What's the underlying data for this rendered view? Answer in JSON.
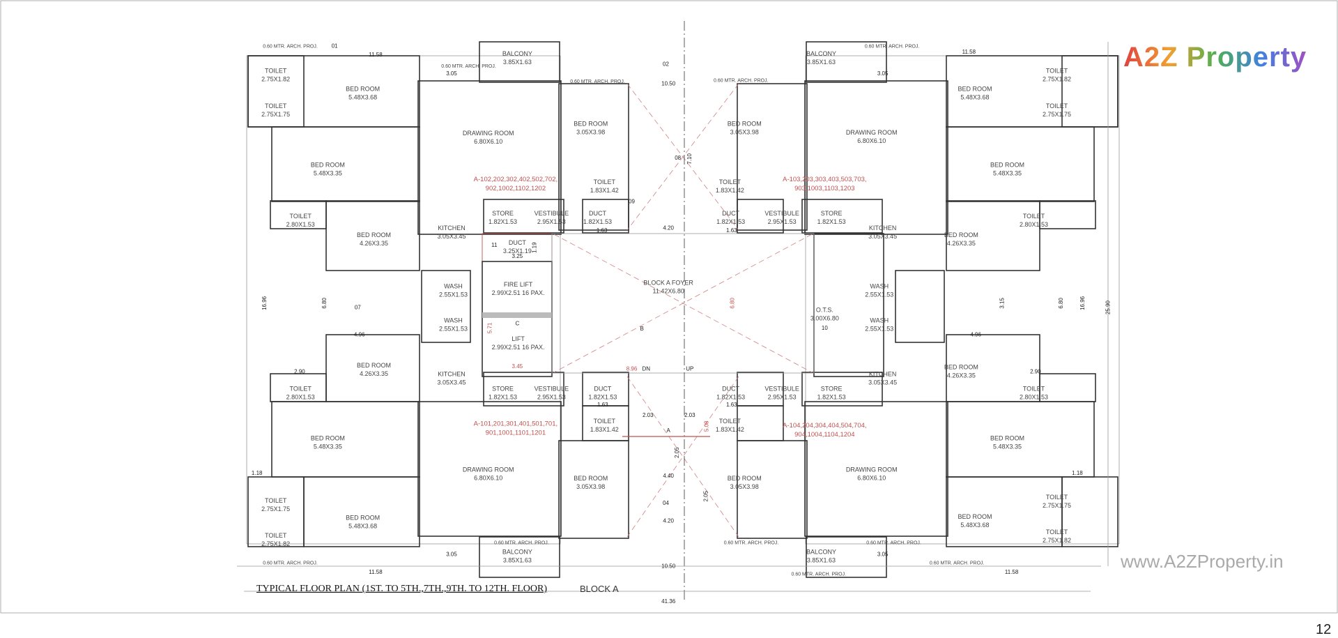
{
  "watermark_logo": "A2Z Property",
  "watermark_url": "www.A2ZProperty.in",
  "caption": "TYPICAL FLOOR PLAN (1ST. TO 5TH.,7TH.,9TH. TO 12TH. FLOOR)",
  "caption_block": "BLOCK A",
  "page_number": "12",
  "colors": {
    "walls": "#333333",
    "annotations": "#c0504d"
  },
  "rooms": [
    {
      "name": "TOILET",
      "size": "2.75X1.82"
    },
    {
      "name": "TOILET",
      "size": "2.75X1.75"
    },
    {
      "name": "BED ROOM",
      "size": "5.48X3.68"
    },
    {
      "name": "BALCONY",
      "size": "3.85X1.63"
    },
    {
      "name": "DRAWING ROOM",
      "size": "6.80X6.10"
    },
    {
      "name": "BED ROOM",
      "size": "5.48X3.35"
    },
    {
      "name": "BED ROOM",
      "size": "3.05X3.98"
    },
    {
      "name": "TOILET",
      "size": "1.83X1.42"
    },
    {
      "name": "TOILET",
      "size": "2.80X1.53"
    },
    {
      "name": "BED ROOM",
      "size": "4.26X3.35"
    },
    {
      "name": "KITCHEN",
      "size": "3.05X3.45"
    },
    {
      "name": "STORE",
      "size": "1.82X1.53"
    },
    {
      "name": "VESTIBULE",
      "size": "2.95X1.53"
    },
    {
      "name": "DUCT",
      "size": "1.82X1.53"
    },
    {
      "name": "DUCT",
      "size": "3.25X1.19"
    },
    {
      "name": "WASH",
      "size": "2.55X1.53"
    },
    {
      "name": "WASH",
      "size": "2.55X1.53"
    },
    {
      "name": "FIRE LIFT",
      "size": "2.99X2.51 16 PAX."
    },
    {
      "name": "LIFT",
      "size": "2.99X2.51 16 PAX."
    },
    {
      "name": "BLOCK A FOYER",
      "size": "11.42X6.80"
    },
    {
      "name": "BED ROOM",
      "size": "4.26X3.35"
    },
    {
      "name": "KITCHEN",
      "size": "3.05X3.45"
    },
    {
      "name": "TOILET",
      "size": "2.80X1.53"
    },
    {
      "name": "STORE",
      "size": "1.82X1.53"
    },
    {
      "name": "VESTIBULE",
      "size": "2.95X1.53"
    },
    {
      "name": "DUCT",
      "size": "1.82X1.53"
    },
    {
      "name": "TOILET",
      "size": "1.83X1.42"
    },
    {
      "name": "BED ROOM",
      "size": "5.48X3.35"
    },
    {
      "name": "DRAWING ROOM",
      "size": "6.80X6.10"
    },
    {
      "name": "BED ROOM",
      "size": "3.05X3.98"
    },
    {
      "name": "TOILET",
      "size": "2.75X1.75"
    },
    {
      "name": "TOILET",
      "size": "2.75X1.82"
    },
    {
      "name": "BED ROOM",
      "size": "5.48X3.68"
    },
    {
      "name": "BALCONY",
      "size": "3.85X1.63"
    },
    {
      "name": "BED ROOM",
      "size": "3.05X3.98"
    },
    {
      "name": "DRAWING ROOM",
      "size": "6.80X6.10"
    },
    {
      "name": "BED ROOM",
      "size": "5.48X3.68"
    },
    {
      "name": "TOILET",
      "size": "2.75X1.82"
    },
    {
      "name": "TOILET",
      "size": "2.75X1.75"
    },
    {
      "name": "BALCONY",
      "size": "3.85X1.63"
    },
    {
      "name": "BED ROOM",
      "size": "5.48X3.35"
    },
    {
      "name": "TOILET",
      "size": "1.83X1.42"
    },
    {
      "name": "DUCT",
      "size": "1.82X1.53"
    },
    {
      "name": "VESTIBULE",
      "size": "2.95X1.53"
    },
    {
      "name": "STORE",
      "size": "1.82X1.53"
    },
    {
      "name": "KITCHEN",
      "size": "3.05X3.45"
    },
    {
      "name": "BED ROOM",
      "size": "4.26X3.35"
    },
    {
      "name": "TOILET",
      "size": "2.80X1.53"
    },
    {
      "name": "WASH",
      "size": "2.55X1.53"
    },
    {
      "name": "WASH",
      "size": "2.55X1.53"
    },
    {
      "name": "O.T.S.",
      "size": "3.00X6.80"
    },
    {
      "name": "BED ROOM",
      "size": "4.26X3.35"
    },
    {
      "name": "KITCHEN",
      "size": "3.05X3.45"
    },
    {
      "name": "TOILET",
      "size": "2.80X1.53"
    },
    {
      "name": "DUCT",
      "size": "1.82X1.53"
    },
    {
      "name": "VESTIBULE",
      "size": "2.95X1.53"
    },
    {
      "name": "STORE",
      "size": "1.82X1.53"
    },
    {
      "name": "TOILET",
      "size": "1.83X1.42"
    },
    {
      "name": "BED ROOM",
      "size": "5.48X3.35"
    },
    {
      "name": "DRAWING ROOM",
      "size": "6.80X6.10"
    },
    {
      "name": "BED ROOM",
      "size": "3.05X3.98"
    },
    {
      "name": "TOILET",
      "size": "2.75X1.75"
    },
    {
      "name": "TOILET",
      "size": "2.75X1.82"
    },
    {
      "name": "BED ROOM",
      "size": "5.48X3.68"
    },
    {
      "name": "BALCONY",
      "size": "3.85X1.63"
    }
  ],
  "units": [
    {
      "line1": "A-102,202,302,402,502,702,",
      "line2": "902,1002,1102,1202"
    },
    {
      "line1": "A-103,203,303,403,503,703,",
      "line2": "903,1003,1103,1203"
    },
    {
      "line1": "A-101,201,301,401,501,701,",
      "line2": "901,1001,1101,1201"
    },
    {
      "line1": "A-104,204,304,404,504,704,",
      "line2": "904,1004,1104,1204"
    }
  ],
  "dimensions": [
    "41.36",
    "25.90",
    "11.58",
    "11.58",
    "11.58",
    "11.58",
    "10.50",
    "10.50",
    "3.05",
    "3.05",
    "3.05",
    "3.05",
    "4.20",
    "4.20",
    "4.40",
    "2.03",
    "2.03",
    "2.05",
    "2.05",
    "16.96",
    "16.96",
    "6.80",
    "6.80",
    "4.96",
    "4.96",
    "2.90",
    "2.90",
    "1.18",
    "1.18",
    "1.63",
    "1.63",
    "1.63",
    "1.63",
    "3.25",
    "1.19",
    "7.10",
    "3.15"
  ],
  "red_dimensions": [
    "8.96",
    "5.71",
    "3.45",
    "6.80",
    "5.08"
  ],
  "projection_label": "0.60 MTR. ARCH. PROJ.",
  "markers": [
    "DN",
    "UP",
    "A",
    "B",
    "C",
    "01",
    "02",
    "04",
    "07",
    "08",
    "09",
    "10",
    "11"
  ]
}
